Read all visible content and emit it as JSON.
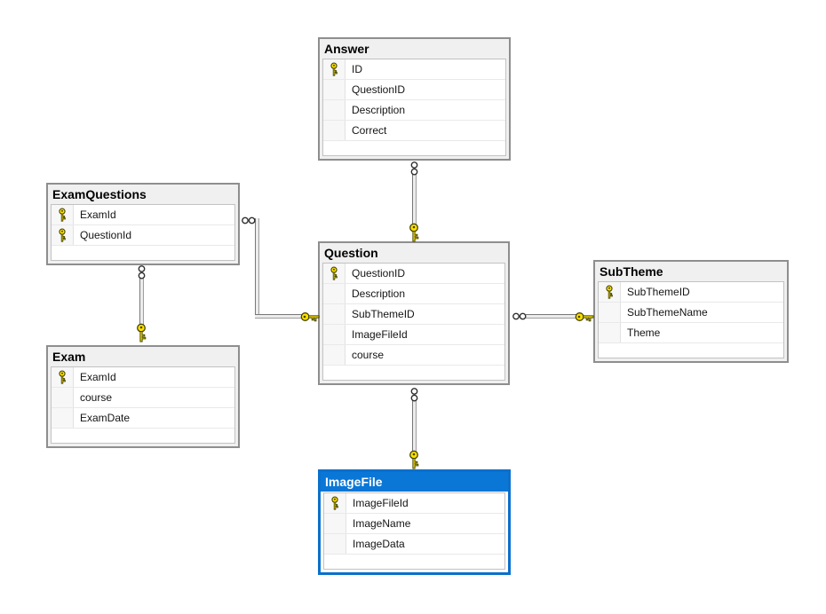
{
  "diagram": {
    "tables": [
      {
        "name": "Answer",
        "selected": false,
        "columns": [
          {
            "name": "ID",
            "pk": true
          },
          {
            "name": "QuestionID",
            "pk": false
          },
          {
            "name": "Description",
            "pk": false
          },
          {
            "name": "Correct",
            "pk": false
          }
        ]
      },
      {
        "name": "ExamQuestions",
        "selected": false,
        "columns": [
          {
            "name": "ExamId",
            "pk": true
          },
          {
            "name": "QuestionId",
            "pk": true
          }
        ]
      },
      {
        "name": "Question",
        "selected": false,
        "columns": [
          {
            "name": "QuestionID",
            "pk": true
          },
          {
            "name": "Description",
            "pk": false
          },
          {
            "name": "SubThemeID",
            "pk": false
          },
          {
            "name": "ImageFileId",
            "pk": false
          },
          {
            "name": "course",
            "pk": false
          }
        ]
      },
      {
        "name": "SubTheme",
        "selected": false,
        "columns": [
          {
            "name": "SubThemeID",
            "pk": true
          },
          {
            "name": "SubThemeName",
            "pk": false
          },
          {
            "name": "Theme",
            "pk": false
          }
        ]
      },
      {
        "name": "Exam",
        "selected": false,
        "columns": [
          {
            "name": "ExamId",
            "pk": true
          },
          {
            "name": "course",
            "pk": false
          },
          {
            "name": "ExamDate",
            "pk": false
          }
        ]
      },
      {
        "name": "ImageFile",
        "selected": true,
        "columns": [
          {
            "name": "ImageFileId",
            "pk": true
          },
          {
            "name": "ImageName",
            "pk": false
          },
          {
            "name": "ImageData",
            "pk": false
          }
        ]
      }
    ],
    "relationships": [
      {
        "one": "Question",
        "many": "Answer",
        "one_end_icon": "key-icon",
        "many_end_icon": "infinity-icon"
      },
      {
        "one": "Question",
        "many": "ExamQuestions",
        "one_end_icon": "key-icon",
        "many_end_icon": "infinity-icon"
      },
      {
        "one": "Exam",
        "many": "ExamQuestions",
        "one_end_icon": "key-icon",
        "many_end_icon": "infinity-icon"
      },
      {
        "one": "SubTheme",
        "many": "Question",
        "one_end_icon": "key-icon",
        "many_end_icon": "infinity-icon"
      },
      {
        "one": "ImageFile",
        "many": "Question",
        "one_end_icon": "key-icon",
        "many_end_icon": "infinity-icon"
      }
    ],
    "icons": {
      "primary_key": "key-icon",
      "one_end": "key-icon",
      "many_end": "infinity-icon"
    },
    "colors": {
      "canvas": "#ffffff",
      "header_bg": "#f0f0f0",
      "table_border": "#8e8e8e",
      "selected_header": "#0a77d7",
      "selected_border": "#0a70cc",
      "key_yellow": "#ffe000",
      "connector_fill": "#ececec"
    }
  }
}
